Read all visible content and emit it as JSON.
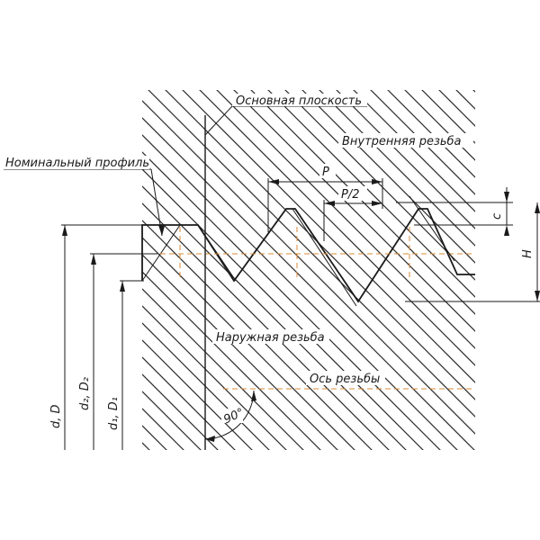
{
  "diagram": {
    "labels": {
      "basic_plane": "Основная плоскость",
      "internal_thread": "Внутренняя резьба",
      "nominal_profile": "Номинальный профиль",
      "external_thread": "Наружная резьба",
      "thread_axis": "Ось резьбы",
      "pitch": "P",
      "half_pitch": "P/2",
      "c": "c",
      "H": "H",
      "dim_d": "d, D",
      "dim_d2": "d₂, D₂",
      "dim_d1": "d₁, D₁",
      "angle": "90°"
    },
    "colors": {
      "line": "#1a1a1a",
      "hatch": "#2b2b2b",
      "center_line": "#d98a3a",
      "background": "#ffffff"
    }
  }
}
